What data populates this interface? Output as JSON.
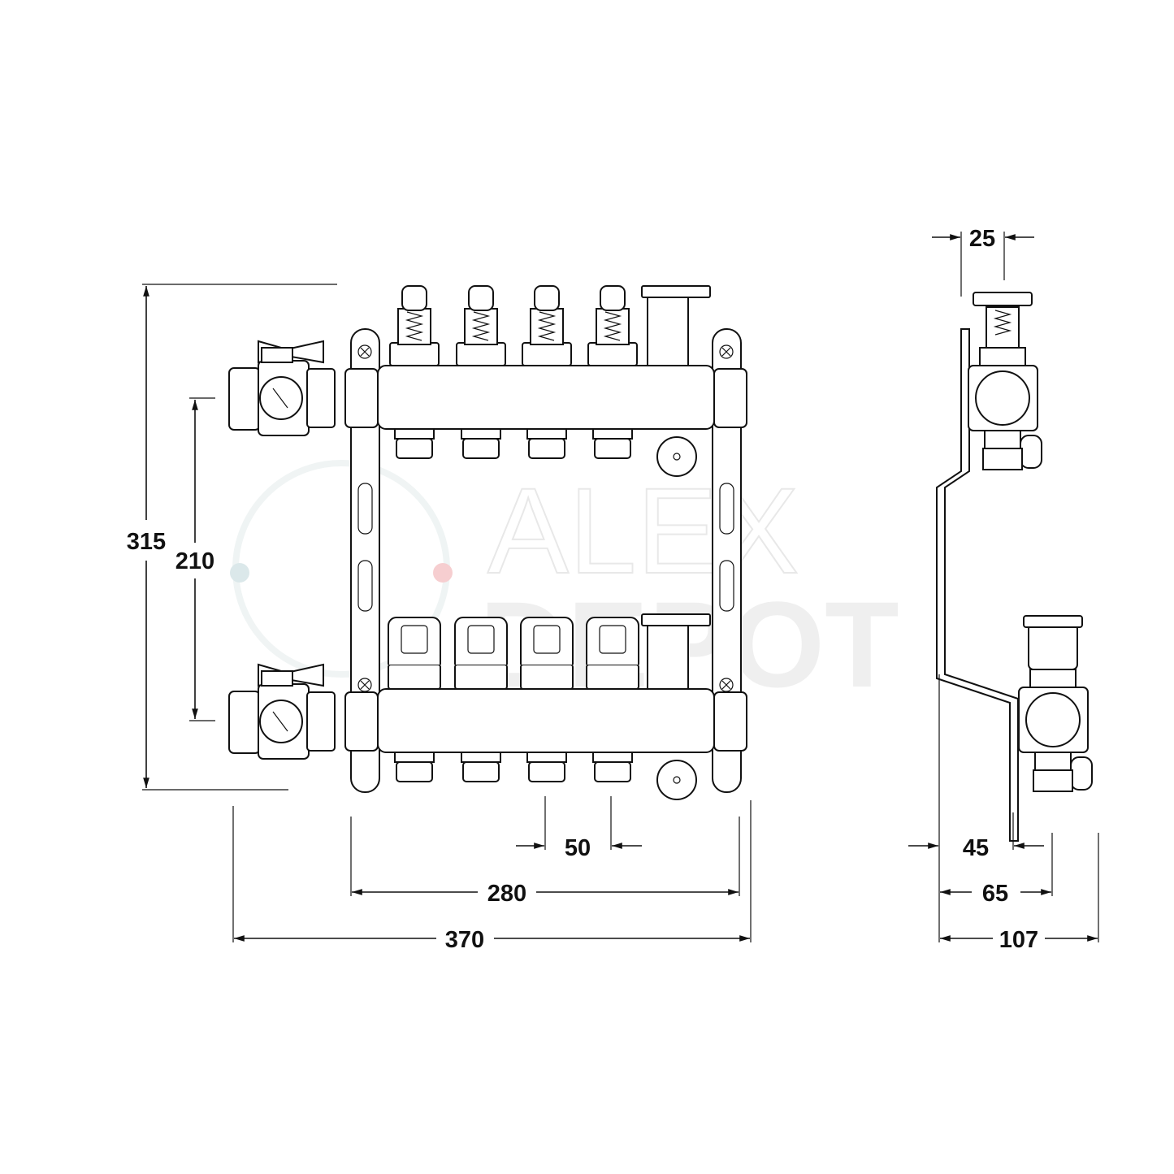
{
  "watermark": {
    "line1": "ALEX",
    "line2": "DEPOT",
    "accent_color": "#e0393e"
  },
  "dimensions": {
    "overall_height": "315",
    "bar_spacing": "210",
    "outlet_pitch": "50",
    "bracket_width": "280",
    "overall_width": "370",
    "side_top_width": "25",
    "side_offset": "45",
    "side_mid_depth": "65",
    "side_total_depth": "107"
  },
  "outlets": {
    "count": 4
  }
}
